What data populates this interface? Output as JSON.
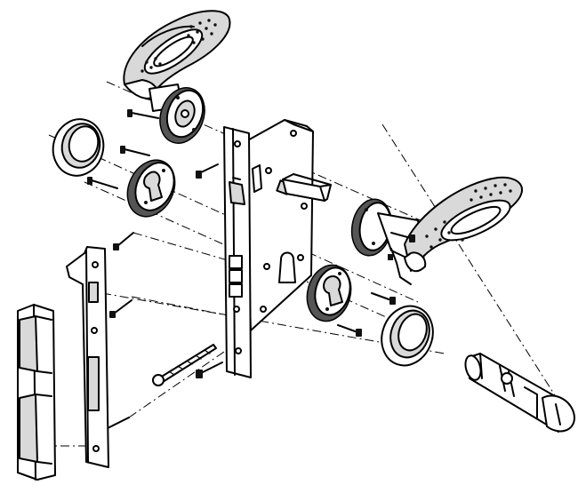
{
  "diagram": {
    "background": "#ffffff",
    "ink": "#000000",
    "shade": "#d9d9d9",
    "parts": [
      "lever-handle",
      "handle-rose",
      "escutcheon-ring",
      "cylinder-rose",
      "mortise-lock-body",
      "faceplate",
      "strike-plate",
      "strike-box",
      "spindle",
      "euro-cylinder",
      "screw"
    ]
  }
}
